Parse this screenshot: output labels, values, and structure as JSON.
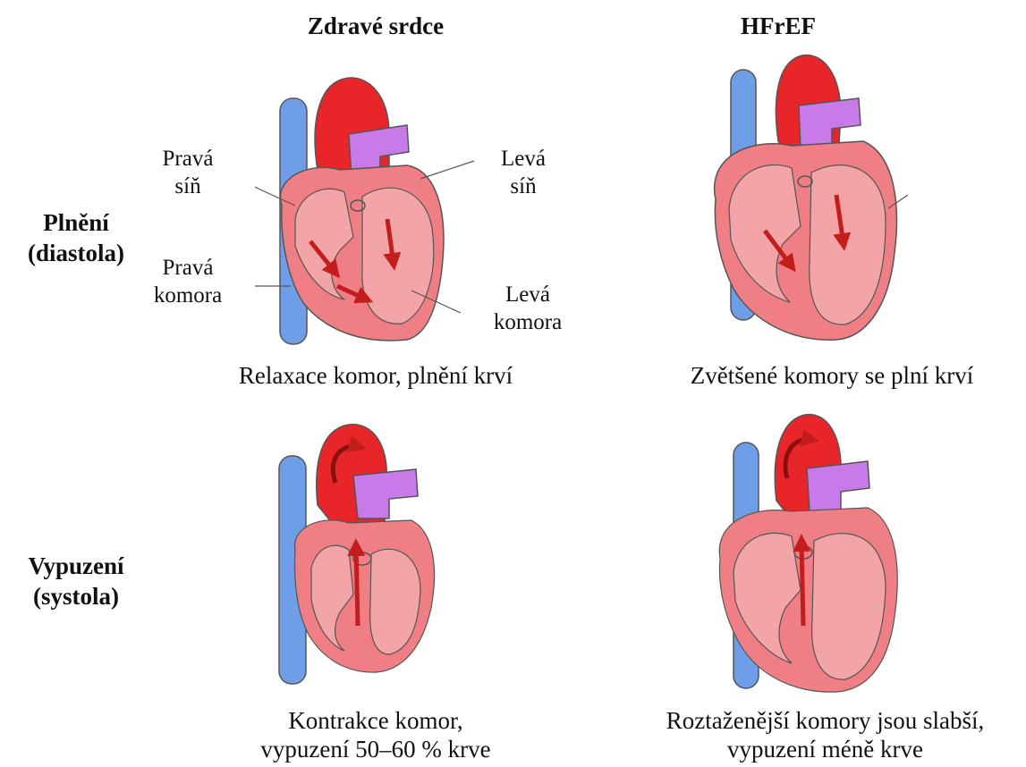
{
  "columns": {
    "healthy": "Zdravé srdce",
    "hfref": "HFrEF"
  },
  "rows": {
    "filling": [
      "Plnění",
      "(diastola)"
    ],
    "ejection": [
      "Vypuzení",
      "(systola)"
    ]
  },
  "labels": {
    "right_atrium": [
      "Pravá",
      "síň"
    ],
    "left_atrium": [
      "Levá",
      "síň"
    ],
    "right_ventricle": [
      "Pravá",
      "komora"
    ],
    "left_ventricle": [
      "Levá",
      "komora"
    ]
  },
  "captions": {
    "healthy_filling": [
      "Relaxace komor, plnění krví"
    ],
    "hfref_filling": [
      "Zvětšené komory se plní krví"
    ],
    "healthy_ejection": [
      "Kontrakce komor,",
      "vypuzení 50–60 % krve"
    ],
    "hfref_ejection": [
      "Roztaženější komory jsou slabší,",
      "vypuzení méně krve"
    ]
  },
  "colors": {
    "vena_cava": "#6f9ee8",
    "aorta": "#e8262a",
    "pulmonary_artery": "#c77ae8",
    "myocardium": "#ef7f84",
    "chamber": "#f3a4a6",
    "arrow": "#c41d1d"
  }
}
